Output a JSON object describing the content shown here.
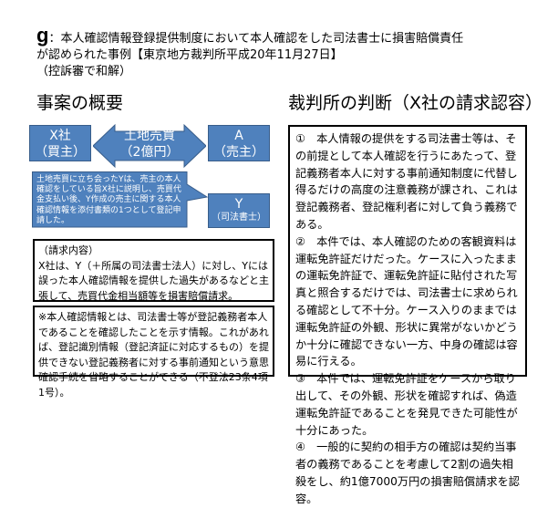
{
  "title": {
    "marker": "g",
    "line1": "：本人確認情報登録提供制度において本人確認をした司法書士に損害賠償責任",
    "line2": "が認められた事例【東京地方裁判所平成20年11月27日】",
    "line3": "（控訴審で和解）"
  },
  "left": {
    "heading": "事案の概要",
    "x_box": {
      "name": "X社",
      "role": "（買主）"
    },
    "arrow": {
      "label": "土地売買",
      "amount": "（2億円）"
    },
    "a_box": {
      "name": "A",
      "role": "（売主）"
    },
    "callout": "土地売買に立ち会ったYは、売主の本人確認をしている旨X社に説明し、売買代金支払い後、Y作成の売主に関する本人確認情報を添付書類の1つとして登記申請した。",
    "y_box": {
      "name": "Y",
      "role": "（司法書士）"
    },
    "claim": {
      "label": "（請求内容）",
      "text": "X社は、Y（＋所属の司法書士法人）に対し、Yには誤った本人確認情報を提供した過失があるなどと主張して、売買代金相当額等を損害賠償請求。"
    },
    "note": "※本人確認情報とは、司法書士等が登記義務者本人であることを確認したことを示す情報。これがあれば、登記識別情報（登記済証に対応するもの）を提供できない登記義務者に対する事前通知という意思確認手続を省略することができる（不登法23条4項1号）。"
  },
  "right": {
    "heading": "裁判所の判断（X社の請求認容）",
    "points": [
      "①　本人情報の提供をする司法書士等は、その前提として本人確認を行うにあたって、登記義務者本人に対する事前通知制度に代替し得るだけの高度の注意義務が課され、これは登記義務者、登記権利者に対して負う義務である。",
      "②　本件では、本人確認のための客観資料は運転免許証だけだった。ケースに入ったままの運転免許証で、運転免許証に貼付された写真と照合するだけでは、司法書士に求められる確認として不十分。ケース入りのままでは運転免許証の外観、形状に異常がないかどうか十分に確認できない一方、中身の確認は容易に行える。",
      "③　本件では、運転免許証をケースから取り出して、その外観、形状を確認すれば、偽造運転免許証であることを発見できた可能性が十分にあった。",
      "④　一般的に契約の相手方の確認は契約当事者の義務であることを考慮して2割の過失相殺をし、約1億7000万円の損害賠償請求を認容。"
    ]
  }
}
